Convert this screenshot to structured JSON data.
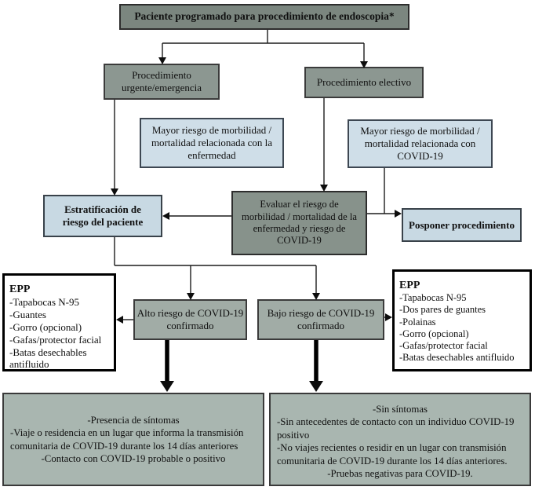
{
  "colors": {
    "dark_box": "#7b867f",
    "mid_box": "#8c9791",
    "light_box": "#a1aca6",
    "criteria_box": "#a9b6b0",
    "blue_box": "#cfdee8",
    "blue_action_box": "#c8d9e3",
    "border": "#3b3b3b"
  },
  "nodes": {
    "start": "Paciente programado para procedimiento de endoscopia*",
    "urgent": "Procedimiento urgente/emergencia",
    "elective": "Procedimiento electivo",
    "note_disease": "Mayor riesgo de morbilidad / mortalidad relacionada con la enfermedad",
    "note_covid": "Mayor riesgo de morbilidad / mortalidad relacionada con COVID-19",
    "stratification": "Estratificación de riesgo del paciente",
    "evaluate": "Evaluar el riesgo de morbilidad / mortalidad de la enfermedad y riesgo de COVID-19",
    "postpone": "Posponer procedimiento",
    "high_risk": "Alto riesgo de COVID-19 confirmado",
    "low_risk": "Bajo riesgo de COVID-19 confirmado",
    "epp_high": {
      "title": "EPP",
      "items": [
        "-Tapabocas N-95",
        "-Guantes",
        "-Gorro (opcional)",
        "-Gafas/protector facial",
        "-Batas desechables antifluido"
      ]
    },
    "epp_low": {
      "title": "EPP",
      "items": [
        "-Tapabocas N-95",
        "-Dos pares de guantes",
        "-Polainas",
        "-Gorro (opcional)",
        "-Gafas/protector facial",
        "-Batas desechables antifluido"
      ]
    },
    "high_criteria": [
      "-Presencia de síntomas",
      "-Viaje o residencia en un lugar que informa la transmisión comunitaria de COVID-19 durante los 14 días anteriores",
      "-Contacto con COVID-19 probable o positivo"
    ],
    "low_criteria": [
      "-Sin síntomas",
      "-Sin antecedentes de contacto con un individuo COVID-19 positivo",
      "-No viajes recientes o residir en un lugar con transmisión comunitaria de COVID-19 durante los 14 días anteriores.",
      "-Pruebas negativas para COVID-19."
    ]
  }
}
